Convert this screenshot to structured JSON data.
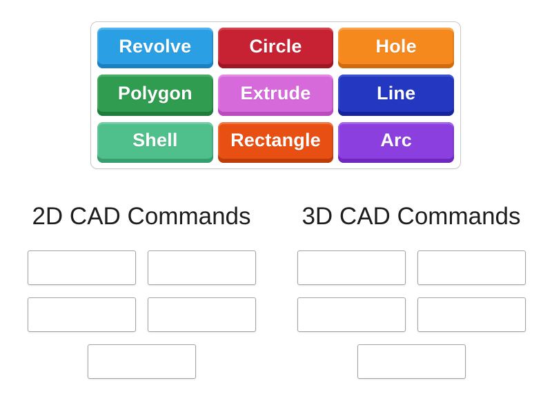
{
  "activity": {
    "pool": {
      "tiles": [
        {
          "label": "Revolve",
          "color": "#2B9FE4",
          "color_dark": "#1B7FC0",
          "color_light": "#54B6EC"
        },
        {
          "label": "Circle",
          "color": "#C62233",
          "color_dark": "#9E1724",
          "color_light": "#D4454F"
        },
        {
          "label": "Hole",
          "color": "#F5891D",
          "color_dark": "#D06C0F",
          "color_light": "#F8A54E"
        },
        {
          "label": "Polygon",
          "color": "#2F9C50",
          "color_dark": "#1F7C3C",
          "color_light": "#4BAE68"
        },
        {
          "label": "Extrude",
          "color": "#D76ADB",
          "color_dark": "#B94BBE",
          "color_light": "#E28CE5"
        },
        {
          "label": "Line",
          "color": "#2337C0",
          "color_dark": "#16239A",
          "color_light": "#3E53CF"
        },
        {
          "label": "Shell",
          "color": "#4FBF8B",
          "color_dark": "#379E6F",
          "color_light": "#72CDA3"
        },
        {
          "label": "Rectangle",
          "color": "#E85013",
          "color_dark": "#BF3C09",
          "color_light": "#EF7642"
        },
        {
          "label": "Arc",
          "color": "#8A3FDE",
          "color_dark": "#6F28BE",
          "color_light": "#A263E8"
        }
      ]
    },
    "groups": [
      {
        "title": "2D CAD Commands",
        "slot_count": 5
      },
      {
        "title": "3D CAD Commands",
        "slot_count": 5
      }
    ]
  }
}
